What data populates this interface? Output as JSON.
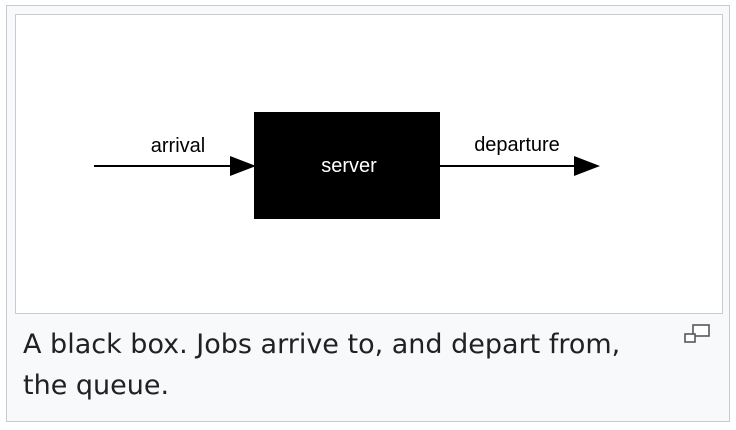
{
  "figure": {
    "diagram": {
      "arrival_label": "arrival",
      "server_label": "server",
      "departure_label": "departure"
    },
    "caption": "A black box. Jobs arrive to, and depart from, the queue.",
    "magnify_icon": "enlarge-icon"
  },
  "colors": {
    "frame_background": "#f8f9fa",
    "frame_border": "#c8ccd1",
    "server_fill": "#000000",
    "caption_text": "#202122"
  }
}
